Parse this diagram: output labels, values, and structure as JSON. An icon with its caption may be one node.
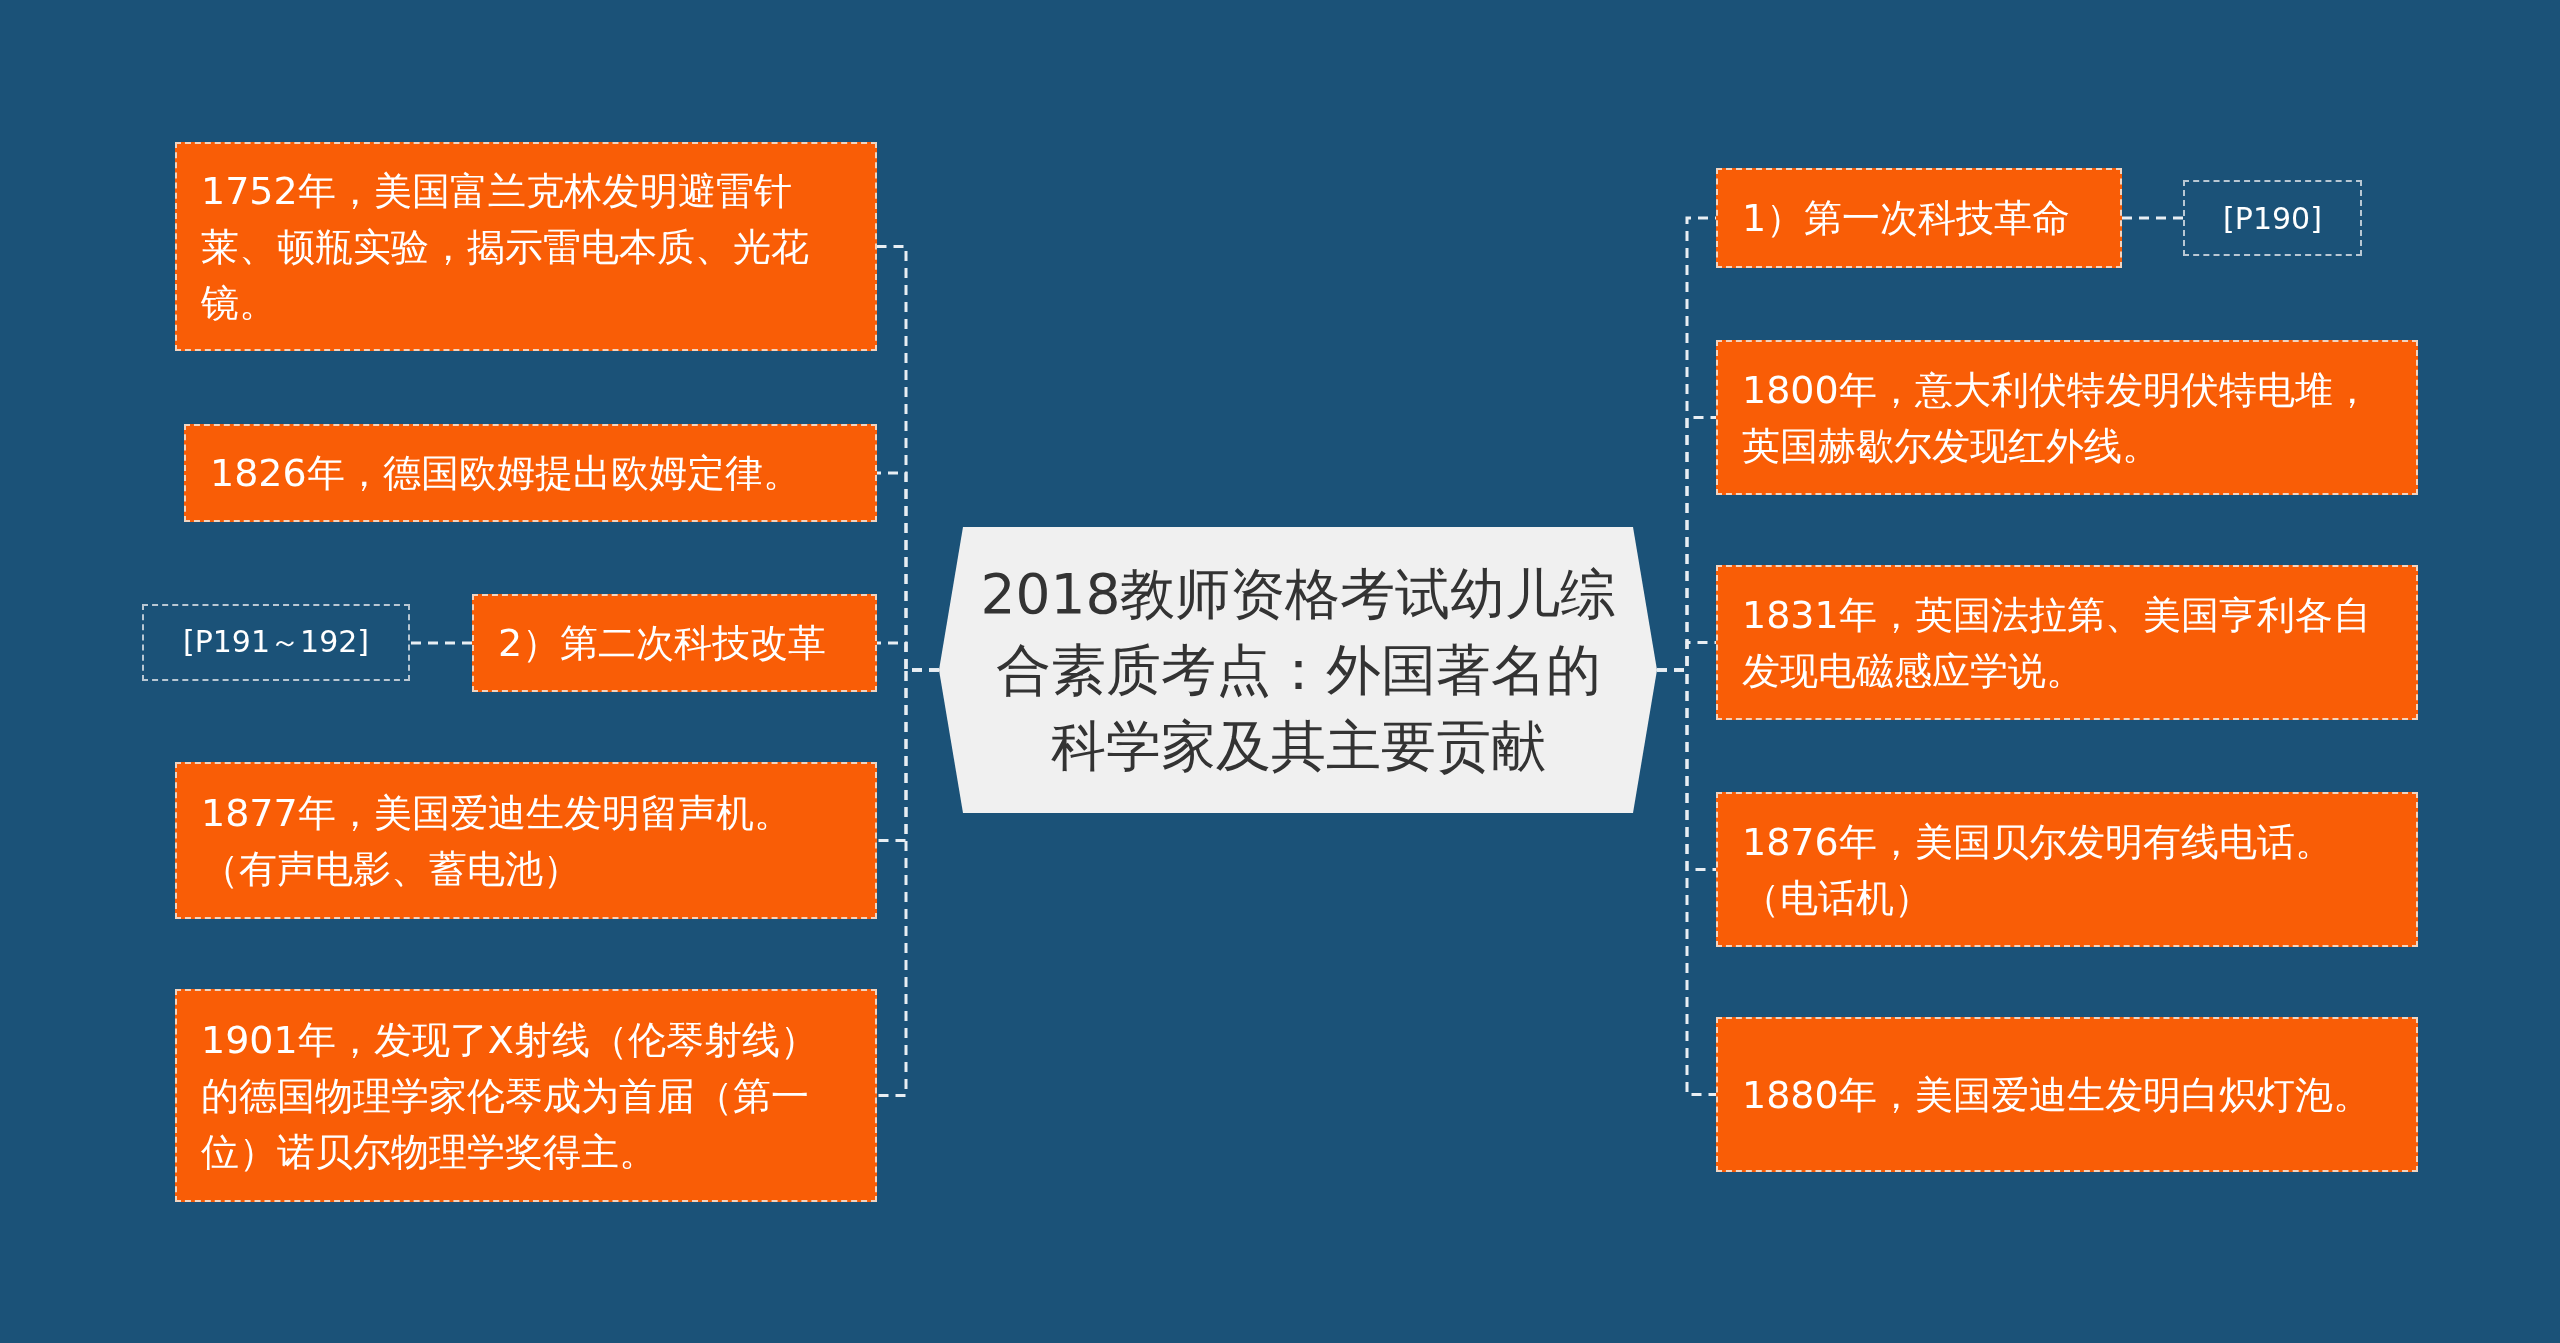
{
  "diagram": {
    "nodes": [
      {
        "text": [
          "2018教师资格考试幼儿综合素质考点：外国著名的科学家及其主要贡献"
        ]
      },
      {
        "text": [
          "1752年，美国富兰克林发明避雷针莱、顿瓶实验，揭示雷电本质、光花镜。"
        ]
      },
      {
        "text": [
          "1826年，德国欧姆提出欧姆定律。"
        ]
      },
      {
        "text": [
          "2）第二次科技改革"
        ]
      },
      {
        "text": [
          "[P191～192]"
        ]
      },
      {
        "text": [
          "1877年，美国爱迪生发明留声机。（有声电影、蓄电池）"
        ]
      },
      {
        "text": [
          "1901年，发现了X射线（伦琴射线）的德国物理学家伦琴成为首届（第一位）诺贝尔物理学奖得主。"
        ]
      },
      {
        "text": [
          "1）第一次科技革命"
        ]
      },
      {
        "text": [
          "[P190]"
        ]
      },
      {
        "text": [
          "1800年，意大利伏特发明伏特电堆，英国赫歇尔发现红外线。"
        ]
      },
      {
        "text": [
          "1831年，英国法拉第、美国亨利各自发现电磁感应学说。"
        ]
      },
      {
        "text": [
          "1876年，美国贝尔发明有线电话。（电话机）"
        ]
      },
      {
        "text": [
          "1880年，美国爱迪生发明白炽灯泡。"
        ]
      }
    ],
    "edges": [
      {
        "from": 0,
        "to": 1,
        "arrow": "none",
        "style": "dashed"
      },
      {
        "from": 0,
        "to": 2,
        "arrow": "none",
        "style": "dashed"
      },
      {
        "from": 0,
        "to": 3,
        "arrow": "none",
        "style": "dashed"
      },
      {
        "from": 3,
        "to": 4,
        "arrow": "none",
        "style": "dashed"
      },
      {
        "from": 0,
        "to": 5,
        "arrow": "none",
        "style": "dashed"
      },
      {
        "from": 0,
        "to": 6,
        "arrow": "none",
        "style": "dashed"
      },
      {
        "from": 0,
        "to": 7,
        "arrow": "none",
        "style": "dashed"
      },
      {
        "from": 7,
        "to": 8,
        "arrow": "none",
        "style": "dashed"
      },
      {
        "from": 0,
        "to": 9,
        "arrow": "none",
        "style": "dashed"
      },
      {
        "from": 0,
        "to": 10,
        "arrow": "none",
        "style": "dashed"
      },
      {
        "from": 0,
        "to": 11,
        "arrow": "none",
        "style": "dashed"
      },
      {
        "from": 0,
        "to": 12,
        "arrow": "none",
        "style": "dashed"
      }
    ]
  }
}
